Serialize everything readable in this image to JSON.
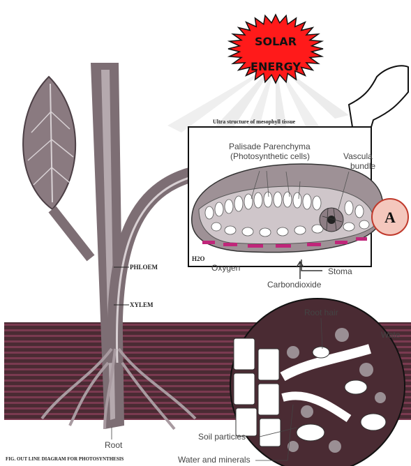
{
  "solar": {
    "line1": "SOLAR",
    "line2": "ENERGY",
    "color": "#ff1a1a"
  },
  "inset_title": "Ultra structure of mesophyll tissue",
  "leaf_section": {
    "palisade_line1": "Palisade Parenchyma",
    "palisade_line2": "(Photosynthetic cells)",
    "vascular_line1": "Vascula",
    "vascular_line2": "bundle",
    "h2o": "H2O",
    "oxygen": "Oxygen",
    "stoma": "Stoma",
    "carbondioxide": "Carbondioxide"
  },
  "marker_label": "A",
  "stem_labels": {
    "phloem": "PHLOEM",
    "xylem": "XYLEM"
  },
  "root_section": {
    "root_hair": "Root hair",
    "water": "Wate",
    "soil_particles": "Soil particles",
    "water_minerals": "Water and minerals",
    "root": "Root"
  },
  "caption": "FIG. OUT LINE DIAGRAM FOR PHOTOSYNTHESIS",
  "colors": {
    "soil": "#4a2b33",
    "soil_stripe": "#7a3a50",
    "stem": "#7d6e74",
    "leaf": "#8a7a80",
    "badge_fill": "#f4c7bd",
    "badge_stroke": "#c0392b"
  }
}
